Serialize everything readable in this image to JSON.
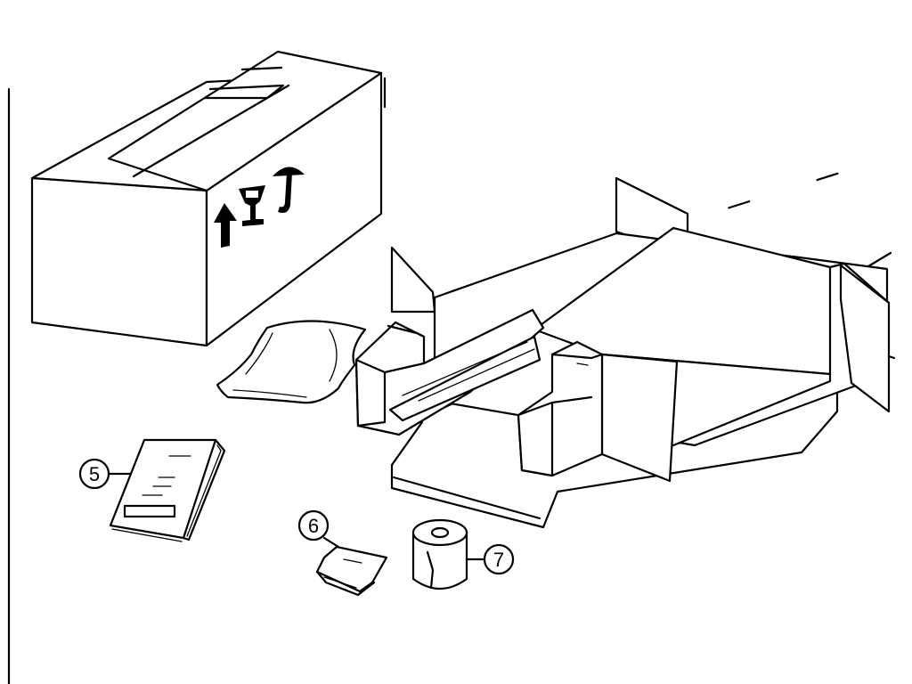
{
  "colors": {
    "line": "#000000",
    "background": "#ffffff"
  },
  "icons": [
    "arrow-up-icon",
    "fragile-glass-icon",
    "umbrella-icon"
  ],
  "callouts": [
    {
      "id": "manual",
      "label": "5"
    },
    {
      "id": "small-packet",
      "label": "6"
    },
    {
      "id": "paper-roll",
      "label": "7"
    }
  ]
}
